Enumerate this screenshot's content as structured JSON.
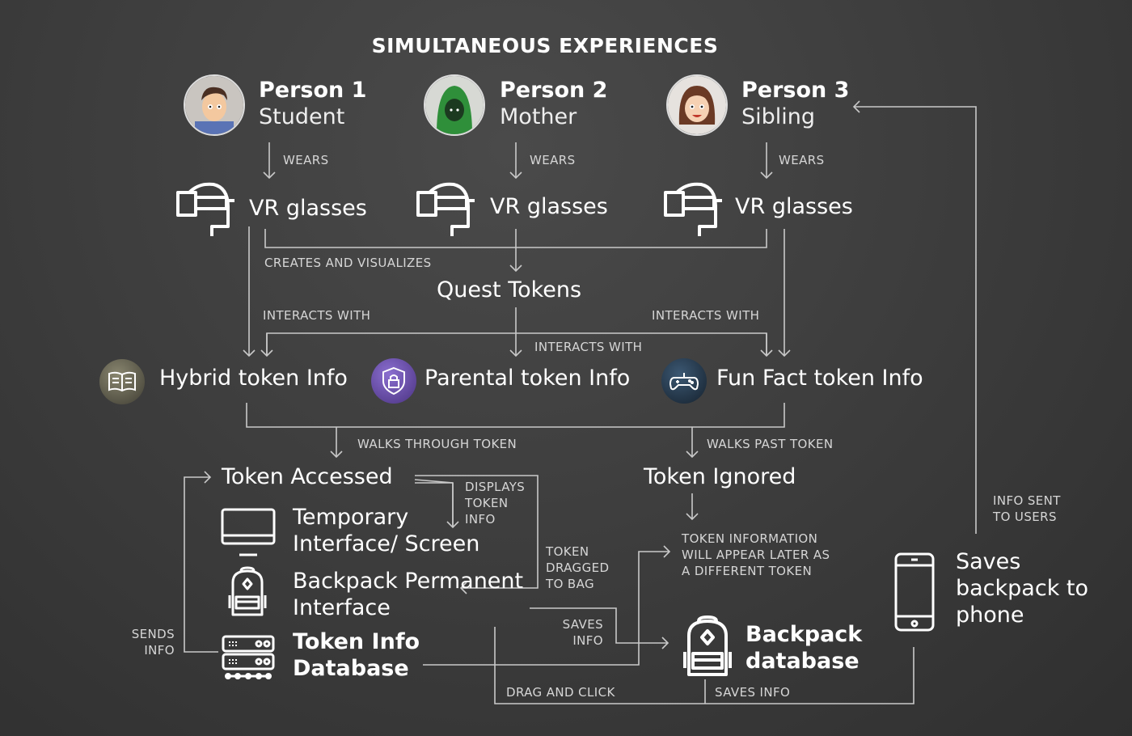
{
  "title": "SIMULTANEOUS EXPERIENCES",
  "persons": [
    {
      "name": "Person 1",
      "role": "Student"
    },
    {
      "name": "Person 2",
      "role": "Mother"
    },
    {
      "name": "Person 3",
      "role": "Sibling"
    }
  ],
  "wears_label": "WEARS",
  "vr_label": "VR glasses",
  "creates_label": "CREATES AND VISUALIZES",
  "quest_tokens": "Quest Tokens",
  "interacts_label": "INTERACTS WITH",
  "tokens": [
    {
      "label": "Hybrid token Info",
      "icon": "book-icon"
    },
    {
      "label": "Parental token Info",
      "icon": "shield-lock-icon"
    },
    {
      "label": "Fun Fact token Info",
      "icon": "gamepad-icon"
    }
  ],
  "walks_through": "WALKS THROUGH TOKEN",
  "walks_past": "WALKS PAST TOKEN",
  "token_accessed": "Token Accessed",
  "token_ignored": "Token Ignored",
  "displays_info": "DISPLAYS TOKEN INFO",
  "temp_interface": "Temporary Interface/ Screen",
  "backpack_interface": "Backpack Permanent Interface",
  "token_db": "Token Info Database",
  "sends_info": "SENDS INFO",
  "dragged_label": "TOKEN DRAGGED TO BAG",
  "token_info_later": "TOKEN INFORMATION WILL APPEAR LATER AS A DIFFERENT TOKEN",
  "saves_info_small": "SAVES INFO",
  "backpack_db": "Backpack database",
  "drag_click": "DRAG AND CLICK",
  "saves_info_bottom": "SAVES INFO",
  "saves_phone": "Saves backpack to phone",
  "info_sent": "INFO SENT TO USERS",
  "colors": {
    "line": "#c9c9c9",
    "parental_badge": "#6a4fa0",
    "hybrid_badge": "#6b6a5a",
    "funfact_badge": "#233446"
  }
}
